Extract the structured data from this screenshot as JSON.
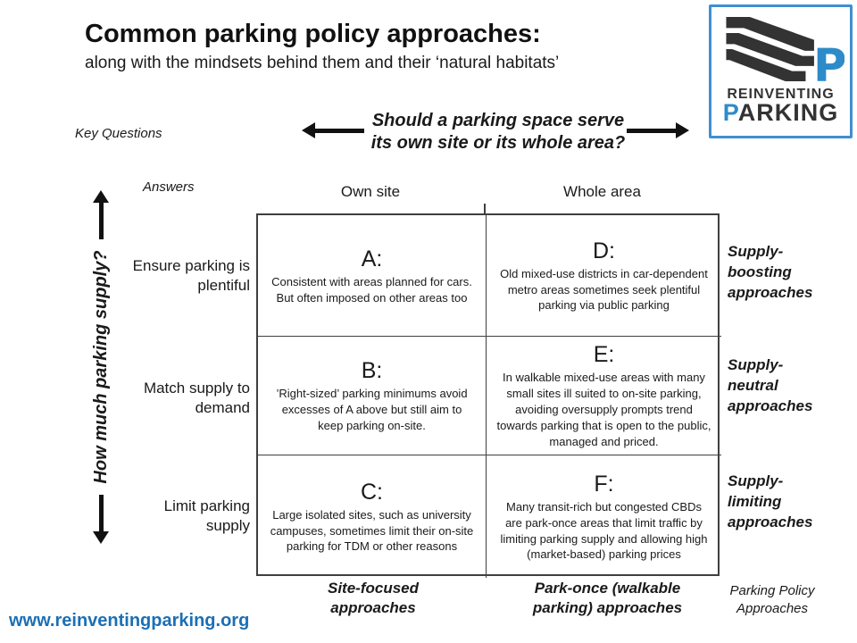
{
  "header": {
    "title": "Common parking policy approaches:",
    "subtitle": "along with the mindsets behind them and their ‘natural habitats’"
  },
  "logo": {
    "mark_letter": "P",
    "line1": "REINVENTING",
    "line2_initial": "P",
    "line2_rest": "ARKING"
  },
  "key_questions_label": "Key Questions",
  "answers_label": "Answers",
  "horizontal_axis": {
    "question": [
      "Should a parking space serve",
      "its own site or its whole area?"
    ]
  },
  "vertical_axis": {
    "question": "How much parking supply?"
  },
  "column_headers": [
    "Own site",
    "Whole area"
  ],
  "row_labels": [
    [
      "Ensure parking is",
      "plentiful"
    ],
    [
      "Match supply to",
      "demand"
    ],
    [
      "Limit parking",
      "supply"
    ]
  ],
  "matrix": {
    "cells": [
      {
        "id": "A:",
        "text": "Consistent with areas planned for cars. But often imposed on other areas too"
      },
      {
        "id": "B:",
        "text": "’Right-sized’ parking minimums avoid excesses of A above but still aim to keep parking on-site."
      },
      {
        "id": "C:",
        "text": "Large isolated sites, such as university campuses, sometimes limit their on-site parking for TDM or other reasons"
      },
      {
        "id": "D:",
        "text": "Old mixed-use districts in car-dependent metro areas sometimes seek plentiful parking via public parking"
      },
      {
        "id": "E:",
        "text": "In walkable mixed-use areas with many small sites ill suited to on-site parking, avoiding oversupply prompts trend towards parking that is open to the public, managed and priced."
      },
      {
        "id": "F:",
        "text": "Many transit-rich but congested CBDs are park-once areas that limit traffic by limiting parking supply and allowing high (market-based) parking prices"
      }
    ]
  },
  "side_labels": [
    [
      "Supply-",
      "boosting",
      "approaches"
    ],
    [
      "Supply-",
      "neutral",
      "approaches"
    ],
    [
      "Supply-",
      "limiting",
      "approaches"
    ]
  ],
  "bottom_labels": {
    "col1": [
      "Site-focused",
      "approaches"
    ],
    "col2": [
      "Park-once (walkable",
      "parking) approaches"
    ],
    "corner": [
      "Parking Policy",
      "Approaches"
    ]
  },
  "footer": {
    "url": "www.reinventingparking.org"
  },
  "colors": {
    "accent_blue": "#2E8BC9",
    "logo_border_blue": "#3F8FD2",
    "url_blue": "#1B6FB5",
    "line_dark": "#3F3F3F"
  }
}
